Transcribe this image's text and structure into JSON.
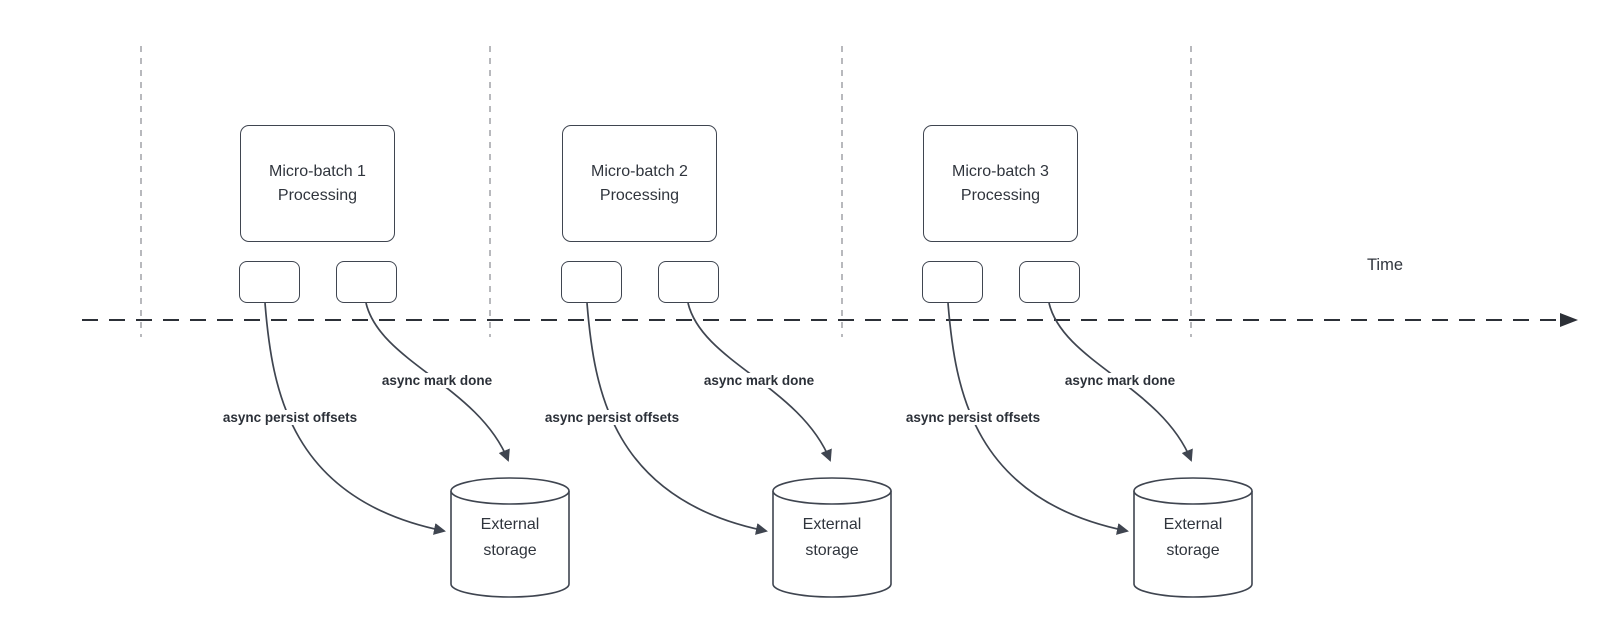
{
  "diagram": {
    "time_axis_label": "Time",
    "batches": [
      {
        "title": "Micro-batch 1\nProcessing",
        "persist_label": "async persist offsets",
        "done_label": "async mark done",
        "storage_label": "External\nstorage"
      },
      {
        "title": "Micro-batch 2\nProcessing",
        "persist_label": "async persist offsets",
        "done_label": "async mark done",
        "storage_label": "External\nstorage"
      },
      {
        "title": "Micro-batch 3\nProcessing",
        "persist_label": "async persist offsets",
        "done_label": "async mark done",
        "storage_label": "External\nstorage"
      }
    ]
  },
  "colors": {
    "stroke": "#3f4550",
    "text": "#30353d",
    "bold_label": "#2b3038",
    "guide_line": "#a0a2a7",
    "timeline": "#2c3037",
    "background": "#ffffff"
  }
}
